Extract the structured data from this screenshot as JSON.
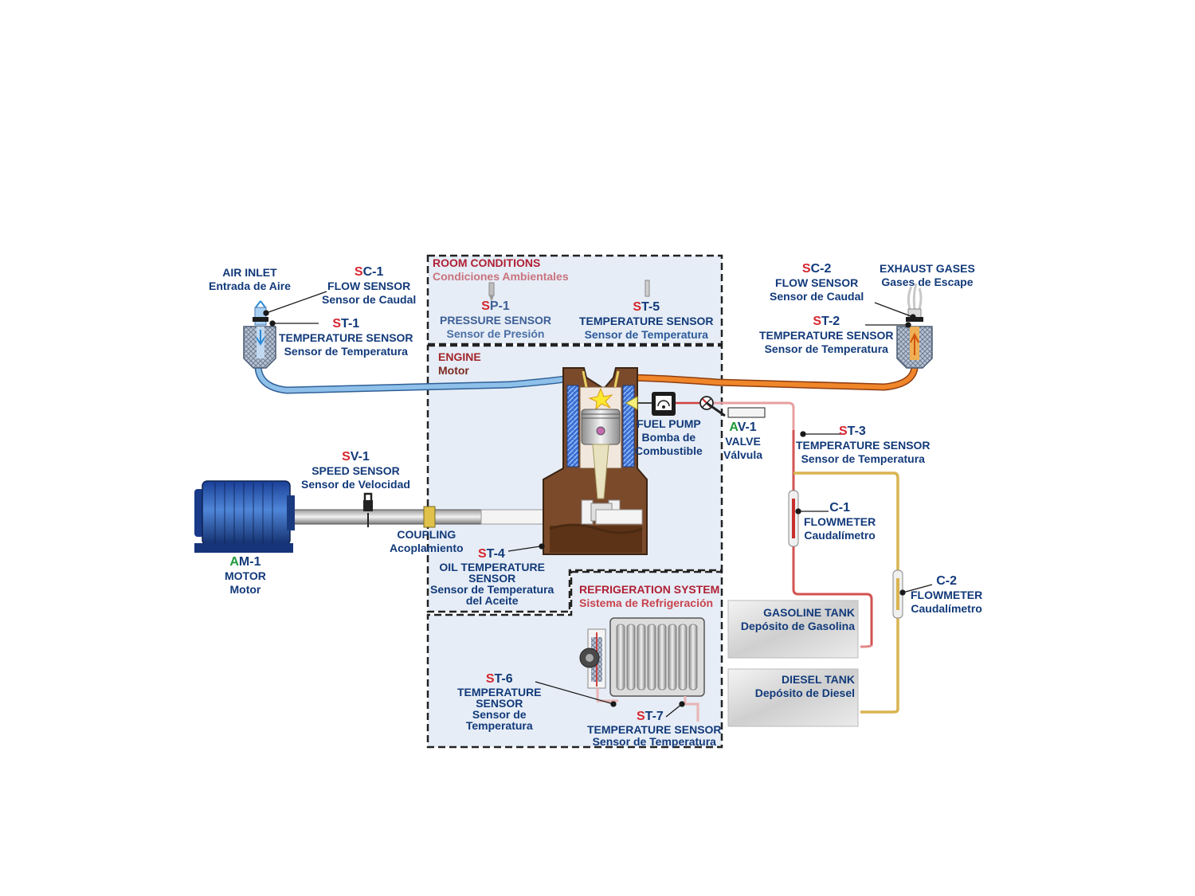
{
  "colors": {
    "label_text": "#123a7a",
    "prefix_red": "#d6262e",
    "prefix_green": "#1f9a3a",
    "air_pipe": "#7fb0e0",
    "exhaust_pipe": "#e8741a",
    "fuel_red": "#d04040",
    "fuel_yellow": "#d7ae44",
    "panel_bg": "#e6edf6",
    "engine_brown": "#7a4a2b"
  },
  "sections": {
    "room": {
      "title": "ROOM CONDITIONS",
      "subtitle": "Condiciones Ambientales"
    },
    "engine": {
      "title": "ENGINE",
      "subtitle": "Motor"
    },
    "refrig": {
      "title": "REFRIGERATION SYSTEM",
      "subtitle": "Sistema de Refrigeración"
    }
  },
  "labels": {
    "air_inlet": {
      "en": "AIR INLET",
      "es": "Entrada de Aire"
    },
    "sc1": {
      "prefix": "S",
      "code": "C-1",
      "en": "FLOW SENSOR",
      "es": "Sensor de Caudal"
    },
    "st1": {
      "prefix": "S",
      "code": "T-1",
      "en": "TEMPERATURE SENSOR",
      "es": "Sensor de Temperatura"
    },
    "sp1": {
      "prefix": "S",
      "code": "P-1",
      "en": "PRESSURE SENSOR",
      "es": "Sensor de Presión"
    },
    "st5": {
      "prefix": "S",
      "code": "T-5",
      "en": "TEMPERATURE SENSOR",
      "es": "Sensor de Temperatura"
    },
    "sc2": {
      "prefix": "S",
      "code": "C-2",
      "en": "FLOW SENSOR",
      "es": "Sensor de Caudal"
    },
    "exhaust": {
      "en": "EXHAUST GASES",
      "es": "Gases de Escape"
    },
    "st2": {
      "prefix": "S",
      "code": "T-2",
      "en": "TEMPERATURE SENSOR",
      "es": "Sensor de Temperatura"
    },
    "fuel_pump": {
      "en": "FUEL PUMP",
      "es1": "Bomba de",
      "es2": "Combustible"
    },
    "av1": {
      "prefix": "A",
      "code": "V-1",
      "en": "VALVE",
      "es": "Válvula"
    },
    "st3": {
      "prefix": "S",
      "code": "T-3",
      "en": "TEMPERATURE SENSOR",
      "es": "Sensor de Temperatura"
    },
    "sv1": {
      "prefix": "S",
      "code": "V-1",
      "en": "SPEED SENSOR",
      "es": "Sensor de Velocidad"
    },
    "coupling": {
      "en": "COUPLING",
      "es": "Acoplamiento"
    },
    "am1": {
      "prefix": "A",
      "code": "M-1",
      "en": "MOTOR",
      "es": "Motor"
    },
    "st4": {
      "prefix": "S",
      "code": "T-4",
      "en1": "OIL TEMPERATURE",
      "en2": "SENSOR",
      "es1": "Sensor de Temperatura",
      "es2": "del Aceite"
    },
    "c1": {
      "code": "C-1",
      "en": "FLOWMETER",
      "es": "Caudalímetro"
    },
    "c2": {
      "code": "C-2",
      "en": "FLOWMETER",
      "es": "Caudalímetro"
    },
    "gasoline": {
      "en": "GASOLINE TANK",
      "es": "Depósito de Gasolina"
    },
    "diesel": {
      "en": "DIESEL TANK",
      "es": "Depósito de Diesel"
    },
    "st6": {
      "prefix": "S",
      "code": "T-6",
      "en1": "TEMPERATURE",
      "en2": "SENSOR",
      "es1": "Sensor de",
      "es2": "Temperatura"
    },
    "st7": {
      "prefix": "S",
      "code": "T-7",
      "en": "TEMPERATURE SENSOR",
      "es": "Sensor de Temperatura"
    }
  }
}
